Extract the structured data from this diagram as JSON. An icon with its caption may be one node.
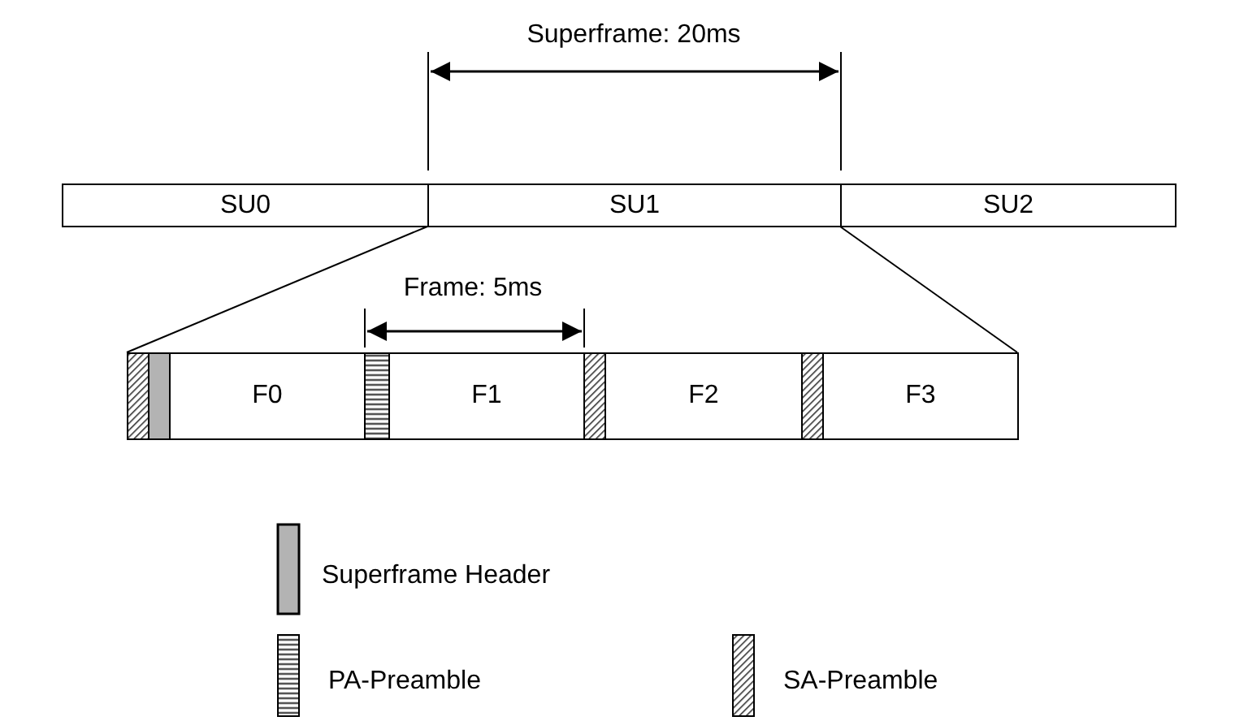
{
  "diagram": {
    "nodes": [
      {
        "text": [
          "SU0"
        ]
      },
      {
        "text": [
          "SU1"
        ]
      },
      {
        "text": [
          "SU2"
        ]
      },
      {
        "text": [],
        "shape": "box"
      },
      {
        "text": [
          "F0"
        ],
        "in": 3
      },
      {
        "text": [
          "F1"
        ],
        "in": 3
      },
      {
        "text": [
          "F2"
        ],
        "in": 3
      },
      {
        "text": [
          "F3"
        ],
        "in": 3
      }
    ],
    "edges": [
      {
        "from": 1,
        "to": 3,
        "arrow": "none"
      },
      {
        "from": 1,
        "to": 3,
        "arrow": "none"
      }
    ],
    "labels": [
      "Superframe: 20ms",
      "Frame: 5ms"
    ],
    "legend": [
      {
        "text": "Superframe Header"
      },
      {
        "text": "PA-Preamble"
      },
      {
        "text": "SA-Preamble"
      }
    ]
  }
}
